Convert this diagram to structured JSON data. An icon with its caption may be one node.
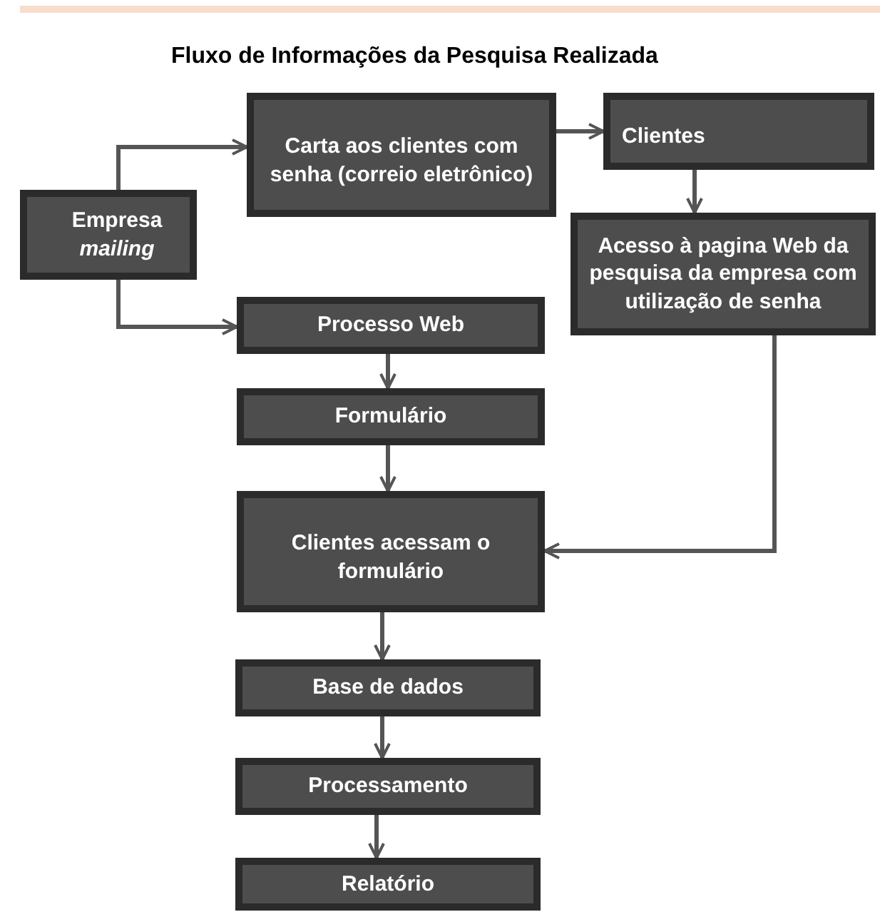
{
  "diagram": {
    "title": "Fluxo de Informações da Pesquisa Realizada",
    "nodes": [
      {
        "text": [
          "Empresa *mailing*"
        ]
      },
      {
        "text": [
          "Carta aos clientes com senha (correio eletrônico)"
        ]
      },
      {
        "text": [
          "Clientes"
        ]
      },
      {
        "text": [
          "Acesso à pagina Web da pesquisa da empresa com utilização de senha"
        ]
      },
      {
        "text": [
          "Processo Web"
        ]
      },
      {
        "text": [
          "Formulário"
        ]
      },
      {
        "text": [
          "Clientes acessam o formulário"
        ]
      },
      {
        "text": [
          "Base de dados"
        ]
      },
      {
        "text": [
          "Processamento"
        ]
      },
      {
        "text": [
          "Relatório"
        ]
      }
    ],
    "edges": [
      {
        "from": 0,
        "to": 1,
        "arrow": "to"
      },
      {
        "from": 0,
        "to": 4,
        "arrow": "to"
      },
      {
        "from": 1,
        "to": 2,
        "arrow": "to"
      },
      {
        "from": 2,
        "to": 3,
        "arrow": "to"
      },
      {
        "from": 3,
        "to": 6,
        "arrow": "to"
      },
      {
        "from": 4,
        "to": 5,
        "arrow": "to"
      },
      {
        "from": 5,
        "to": 6,
        "arrow": "to"
      },
      {
        "from": 6,
        "to": 7,
        "arrow": "to"
      },
      {
        "from": 7,
        "to": 8,
        "arrow": "to"
      },
      {
        "from": 8,
        "to": 9,
        "arrow": "to"
      }
    ]
  }
}
